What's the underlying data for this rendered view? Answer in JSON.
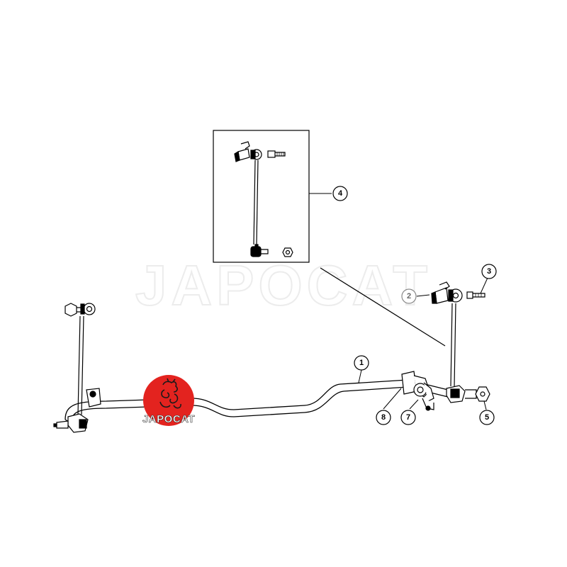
{
  "watermark": {
    "text": "JAPOCAT"
  },
  "logo": {
    "text": "JAPOCAT",
    "color": "#e3231f"
  },
  "callouts": [
    {
      "id": "1",
      "label": "1",
      "style": "normal"
    },
    {
      "id": "2",
      "label": "2",
      "style": "grey"
    },
    {
      "id": "3",
      "label": "3",
      "style": "normal"
    },
    {
      "id": "4",
      "label": "4",
      "style": "normal"
    },
    {
      "id": "5",
      "label": "5",
      "style": "normal"
    },
    {
      "id": "7",
      "label": "7",
      "style": "normal"
    },
    {
      "id": "8",
      "label": "8",
      "style": "normal"
    }
  ],
  "colors": {
    "line": "#000000",
    "background": "#ffffff",
    "logo_red": "#e3231f"
  }
}
